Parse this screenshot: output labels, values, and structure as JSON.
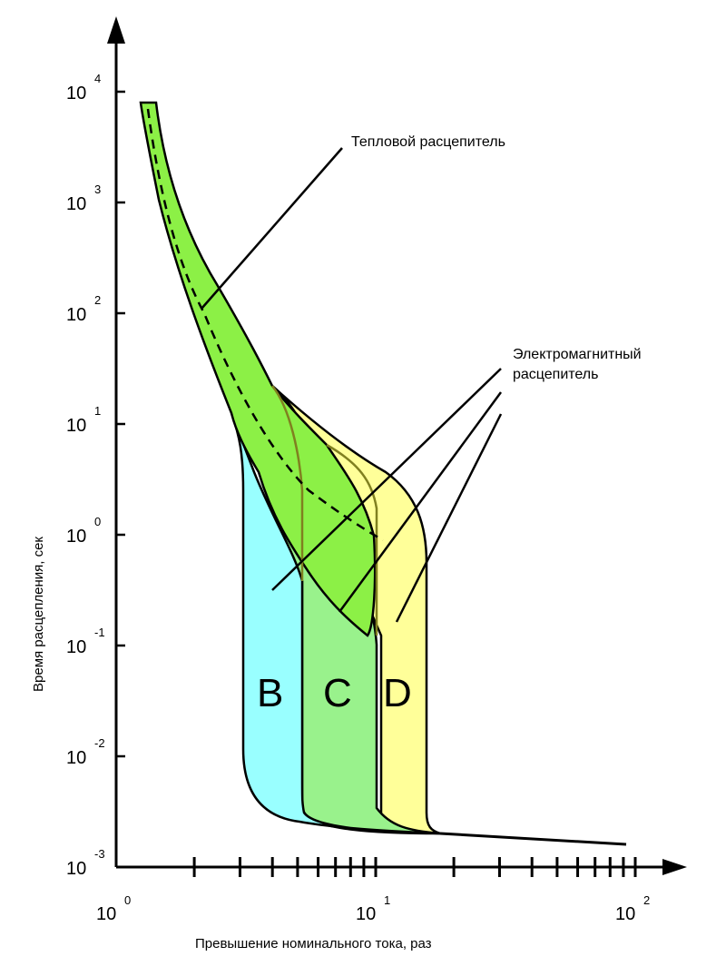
{
  "chart_data": {
    "type": "area",
    "xlabel": "Превышение номинального тока, раз",
    "ylabel": "Время расцепления, сек",
    "x_scale": "log",
    "y_scale": "log",
    "xlim": [
      1,
      100
    ],
    "ylim": [
      0.001,
      10000
    ],
    "x_ticks": [
      {
        "base": "10",
        "exp": "0"
      },
      {
        "base": "10",
        "exp": "1"
      },
      {
        "base": "10",
        "exp": "2"
      }
    ],
    "y_ticks": [
      {
        "base": "10",
        "exp": "-3"
      },
      {
        "base": "10",
        "exp": "-2"
      },
      {
        "base": "10",
        "exp": "-1"
      },
      {
        "base": "10",
        "exp": "0"
      },
      {
        "base": "10",
        "exp": "1"
      },
      {
        "base": "10",
        "exp": "2"
      },
      {
        "base": "10",
        "exp": "3"
      },
      {
        "base": "10",
        "exp": "4"
      }
    ],
    "zones": [
      {
        "label": "B",
        "color": "#99ffff",
        "magnetic_from": 3,
        "magnetic_to": 5
      },
      {
        "label": "C",
        "color": "#99f28c",
        "magnetic_from": 5,
        "magnetic_to": 10
      },
      {
        "label": "D",
        "color": "#ffff99",
        "magnetic_from": 10,
        "magnetic_to": 16
      }
    ],
    "thermal_band_color": "#8cf046",
    "annotations": {
      "thermal": "Тепловой расцепитель",
      "magnetic_line1": "Электромагнитный",
      "magnetic_line2": "расцепитель"
    },
    "grid": false
  }
}
